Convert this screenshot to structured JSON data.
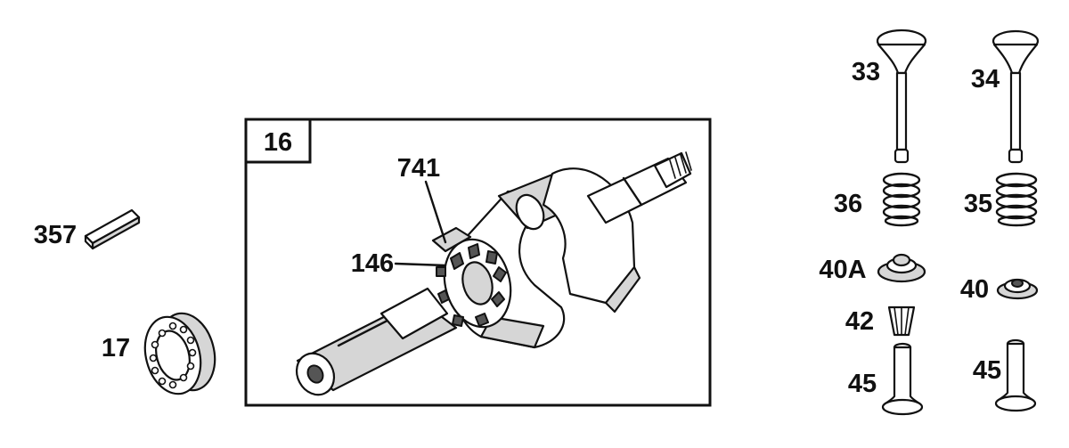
{
  "callouts": {
    "crankshaft_box": "16",
    "gear": "741",
    "timing_gear": "146",
    "key": "357",
    "bearing": "17",
    "valve_left": "33",
    "valve_right": "34",
    "spring_left": "36",
    "spring_right": "35",
    "retainer_left": "40A",
    "retainer_right": "40",
    "collet": "42",
    "tappet_left": "45",
    "tappet_right": "45"
  }
}
